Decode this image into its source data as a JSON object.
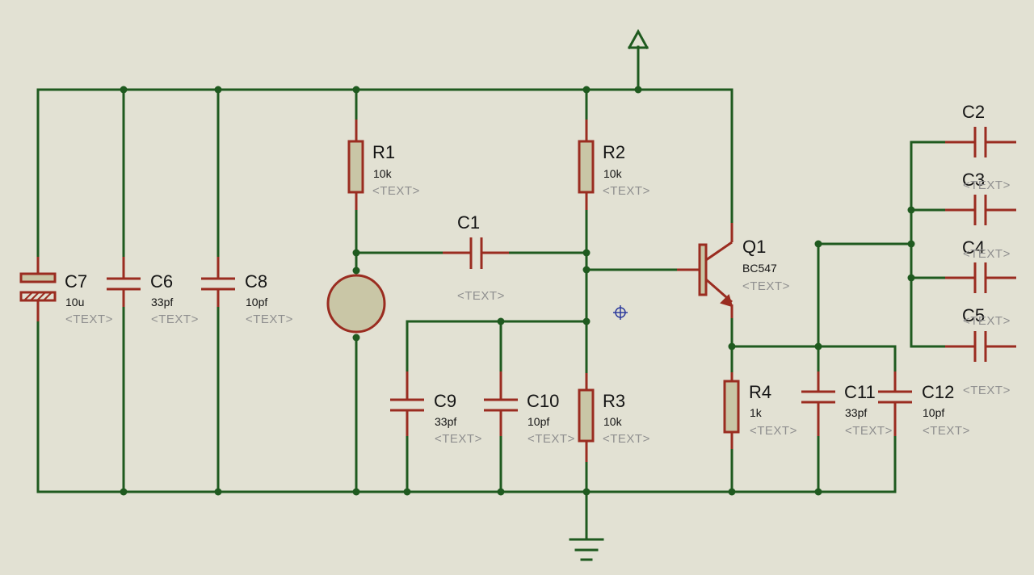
{
  "components": {
    "R1": {
      "ref": "R1",
      "value": "10k",
      "text": "<TEXT>"
    },
    "R2": {
      "ref": "R2",
      "value": "10k",
      "text": "<TEXT>"
    },
    "R3": {
      "ref": "R3",
      "value": "10k",
      "text": "<TEXT>"
    },
    "R4": {
      "ref": "R4",
      "value": "1k",
      "text": "<TEXT>"
    },
    "C1": {
      "ref": "C1",
      "text": "<TEXT>"
    },
    "C2": {
      "ref": "C2"
    },
    "C3": {
      "ref": "C3",
      "text": "<TEXT>"
    },
    "C4": {
      "ref": "C4",
      "text": "<TEXT>"
    },
    "C5": {
      "ref": "C5",
      "text": "<TEXT>"
    },
    "C5b": {
      "text": "<TEXT>"
    },
    "C6": {
      "ref": "C6",
      "value": "33pf",
      "text": "<TEXT>"
    },
    "C7": {
      "ref": "C7",
      "value": "10u",
      "text": "<TEXT>"
    },
    "C8": {
      "ref": "C8",
      "value": "10pf",
      "text": "<TEXT>"
    },
    "C9": {
      "ref": "C9",
      "value": "33pf",
      "text": "<TEXT>"
    },
    "C10": {
      "ref": "C10",
      "value": "10pf",
      "text": "<TEXT>"
    },
    "C11": {
      "ref": "C11",
      "value": "33pf",
      "text": "<TEXT>"
    },
    "C12": {
      "ref": "C12",
      "value": "10pf",
      "text": "<TEXT>"
    },
    "Q1": {
      "ref": "Q1",
      "value": "BC547",
      "text": "<TEXT>"
    }
  },
  "colors": {
    "background": "#e2e1d3",
    "wire": "#1f5a1f",
    "component": "#9a2c20",
    "component_fill": "#c9c6a6",
    "label": "#141414",
    "placeholder": "#8f8f8f",
    "cursor": "#2c3a9c"
  }
}
